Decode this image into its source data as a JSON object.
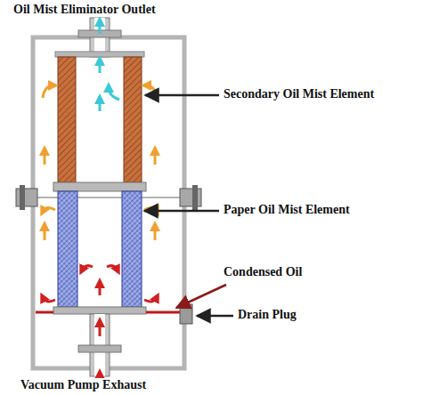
{
  "diagram": {
    "labels": [
      "Oil Mist Eliminator Outlet",
      "Secondary Oil Mist Element",
      "Paper Oil Mist Element",
      "Condensed Oil",
      "Drain Plug",
      "Vacuum Pump Exhaust"
    ]
  }
}
